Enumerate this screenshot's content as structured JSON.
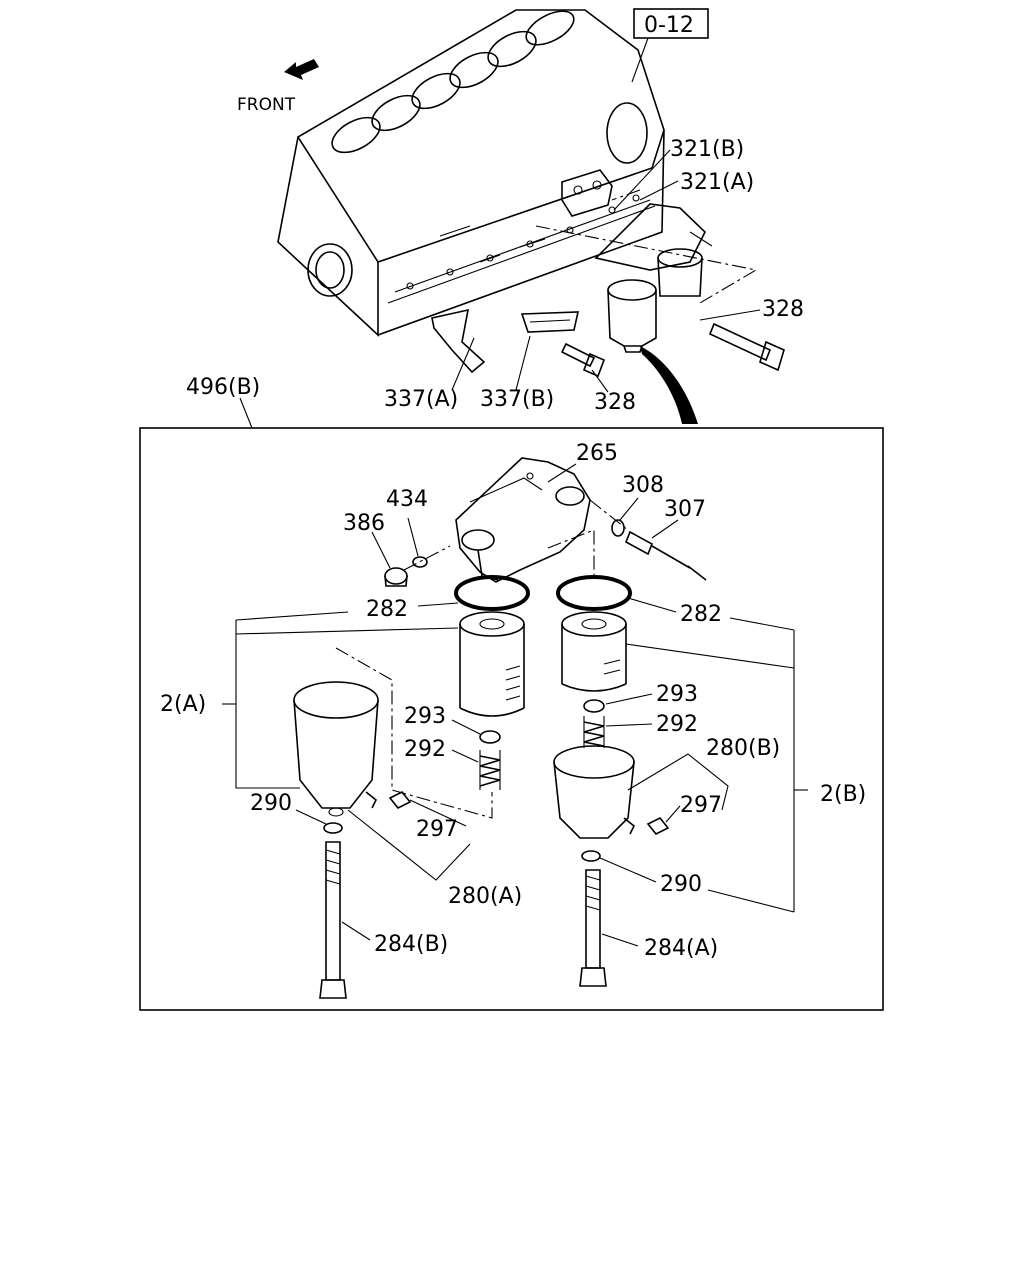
{
  "reference_box": "0-12",
  "front_label": "FRONT",
  "callouts": {
    "c321b": "321(B)",
    "c321a": "321(A)",
    "c328_right": "328",
    "c337a": "337(A)",
    "c337b": "337(B)",
    "c328_bottom": "328",
    "c496b": "496(B)",
    "c265": "265",
    "c434": "434",
    "c308": "308",
    "c386": "386",
    "c307": "307",
    "c282_left": "282",
    "c282_right": "282",
    "c2a": "2(A)",
    "c2b": "2(B)",
    "c293_left": "293",
    "c292_left": "292",
    "c293_right": "293",
    "c292_right": "292",
    "c280b": "280(B)",
    "c290_left": "290",
    "c297_left": "297",
    "c297_right": "297",
    "c280a": "280(A)",
    "c290_right": "290",
    "c284b": "284(B)",
    "c284a": "284(A)"
  }
}
